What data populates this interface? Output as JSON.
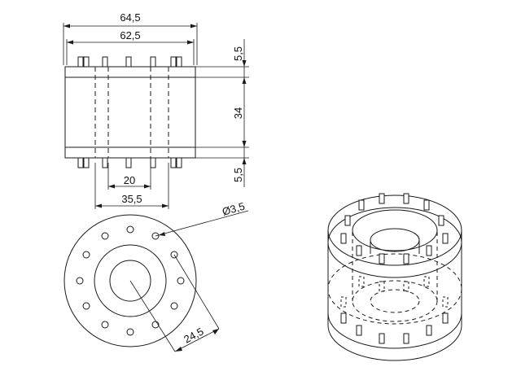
{
  "drawing": {
    "dims": {
      "overall_width": "64,5",
      "plate_width": "62,5",
      "top_stud": "5,5",
      "body_height": "34",
      "bottom_stud": "5,5",
      "inner_bore": "20",
      "outer_bore": "35,5",
      "hole_diameter": "Ø3,5",
      "bolt_radius": "24,5"
    },
    "colors": {
      "line": "#1a1a1a",
      "background": "#ffffff"
    }
  }
}
